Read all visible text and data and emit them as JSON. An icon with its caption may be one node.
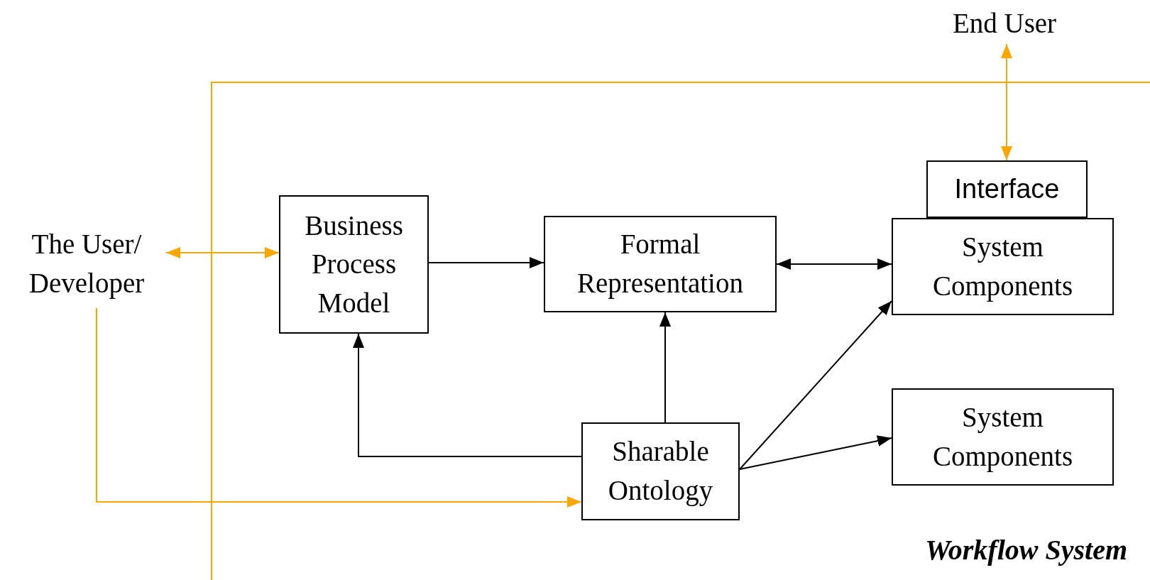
{
  "diagram": {
    "nodes": [
      {
        "text": [
          "The User/ Developer"
        ]
      },
      {
        "text": [
          "End User"
        ]
      },
      {
        "text": [
          "Workflow System"
        ]
      },
      {
        "text": [
          "Business Process Model"
        ],
        "in": 2
      },
      {
        "text": [
          "Formal Representation"
        ],
        "in": 2
      },
      {
        "text": [
          "Interface"
        ],
        "in": 2
      },
      {
        "text": [
          "System Components"
        ],
        "in": 2
      },
      {
        "text": [
          "Sharable Ontology"
        ],
        "in": 2
      },
      {
        "text": [
          "System Components"
        ],
        "in": 2
      }
    ],
    "edges": [
      {
        "from": 0,
        "to": 3,
        "arrow": "both",
        "color": "#ffa500"
      },
      {
        "from": 1,
        "to": 5,
        "arrow": "both",
        "color": "#ffa500"
      },
      {
        "from": 0,
        "to": 7,
        "arrow": "to",
        "color": "#ffa500"
      },
      {
        "from": 3,
        "to": 4,
        "arrow": "to"
      },
      {
        "from": 4,
        "to": 6,
        "arrow": "both"
      },
      {
        "from": 7,
        "to": 4,
        "arrow": "to"
      },
      {
        "from": 7,
        "to": 3,
        "arrow": "to"
      },
      {
        "from": 7,
        "to": 6,
        "arrow": "to"
      },
      {
        "from": 7,
        "to": 8,
        "arrow": "to"
      }
    ]
  }
}
